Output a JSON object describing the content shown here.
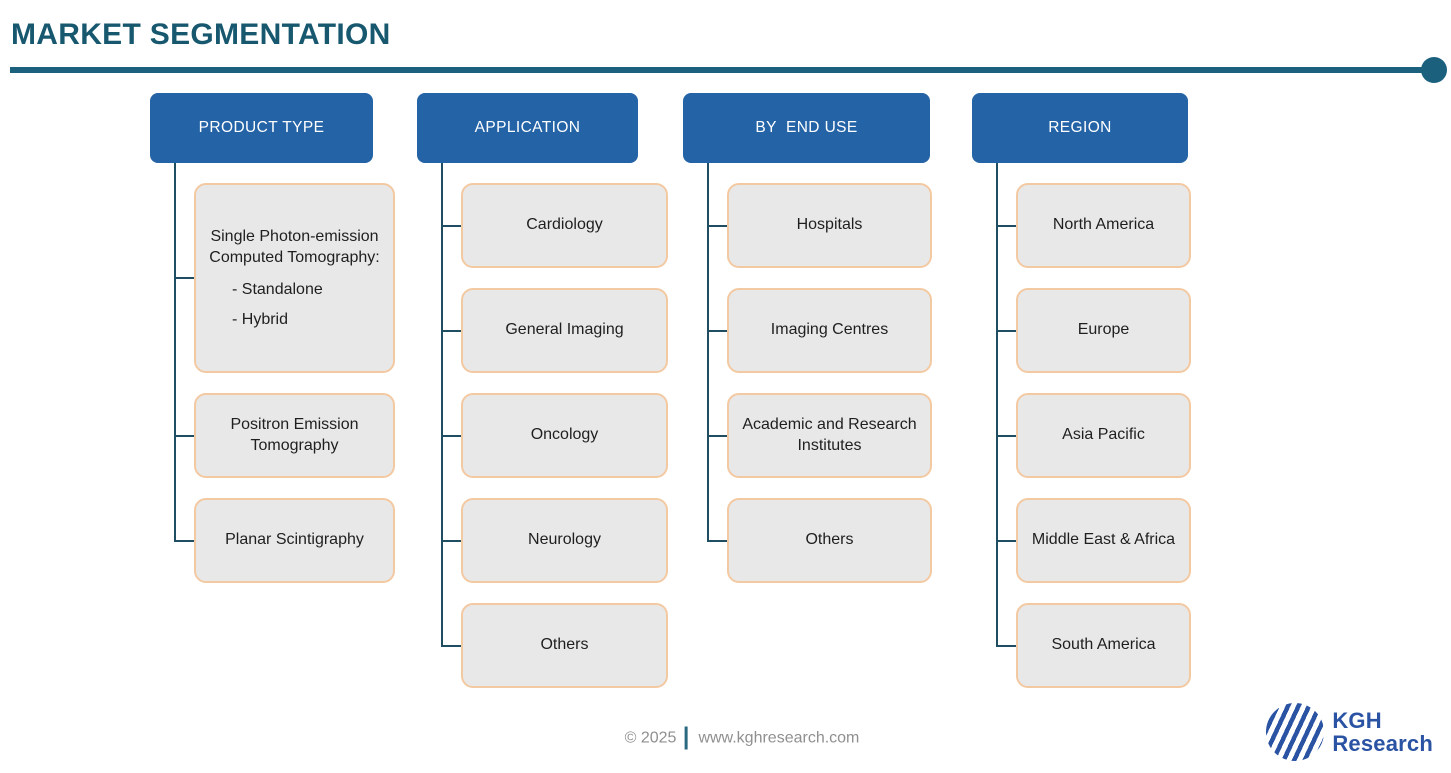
{
  "title": "MARKET SEGMENTATION",
  "colors": {
    "title": "#17586F",
    "divider": "#1B617E",
    "header_bg": "#2463A6",
    "header_text": "#FFFFFF",
    "item_bg": "#E9E8E8",
    "item_border": "#F3C9A2",
    "item_text": "#1F1F1F",
    "connector": "#1F4E63",
    "footer_text": "#8F8F8F",
    "footer_bar": "#2A6880",
    "logo_blue": "#2B53A3"
  },
  "columns": [
    {
      "header": "PRODUCT TYPE",
      "items": [
        {
          "label": "Single Photon-emission Computed Tomography:",
          "sublabels": [
            "- Standalone",
            "- Hybrid"
          ]
        },
        {
          "label": "Positron Emission Tomography"
        },
        {
          "label": "Planar Scintigraphy"
        }
      ]
    },
    {
      "header": "APPLICATION",
      "items": [
        {
          "label": "Cardiology"
        },
        {
          "label": "General Imaging"
        },
        {
          "label": "Oncology"
        },
        {
          "label": "Neurology"
        },
        {
          "label": "Others"
        }
      ]
    },
    {
      "header": "BY  END USE",
      "items": [
        {
          "label": "Hospitals"
        },
        {
          "label": "Imaging Centres"
        },
        {
          "label": "Academic and Research Institutes"
        },
        {
          "label": "Others"
        }
      ]
    },
    {
      "header": "REGION",
      "items": [
        {
          "label": "North America"
        },
        {
          "label": "Europe"
        },
        {
          "label": "Asia Pacific"
        },
        {
          "label": "Middle East & Africa"
        },
        {
          "label": "South America"
        }
      ]
    }
  ],
  "footer": {
    "copyright": "© 2025",
    "website": "www.kghresearch.com"
  },
  "logo": {
    "line1": "KGH",
    "line2": "Research"
  }
}
